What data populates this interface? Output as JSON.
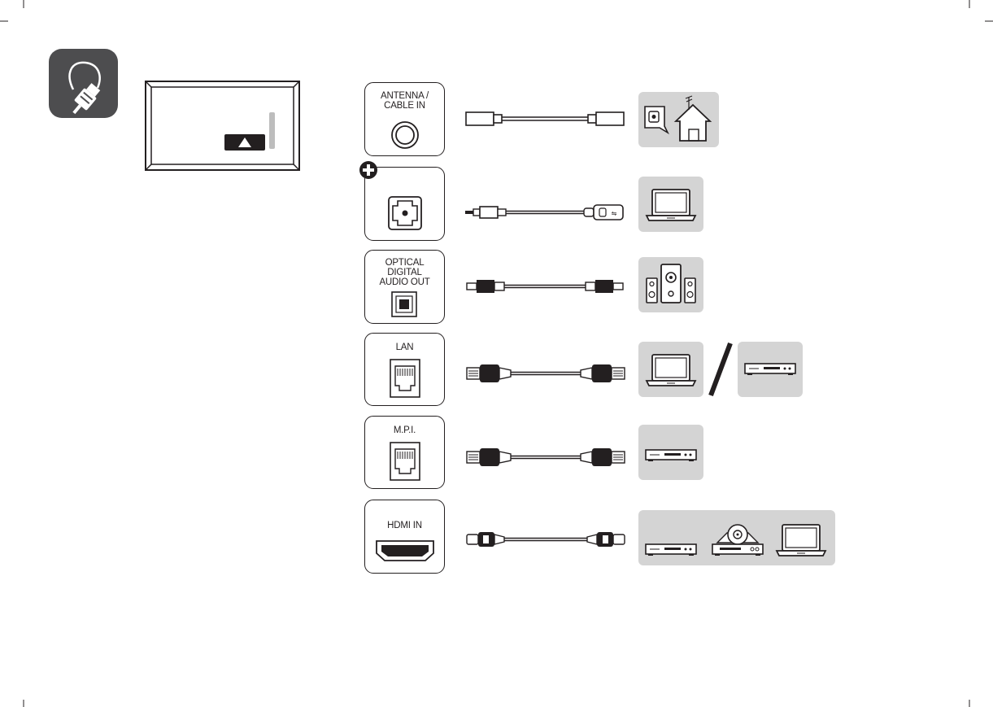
{
  "icons": {
    "section": "cable-connection-icon",
    "tv": "tv-rear-panel-icon",
    "plus": "plus-circle-icon"
  },
  "ports": [
    {
      "id": "antenna",
      "label": "ANTENNA /\nCABLE IN",
      "port_icon": "coaxial-port-icon",
      "cable_icon": "coaxial-cable-icon"
    },
    {
      "id": "usb",
      "label": "",
      "port_icon": "audio-jack-port-icon",
      "cable_icon": "audio-usb-cable-icon"
    },
    {
      "id": "optical",
      "label": "OPTICAL\nDIGITAL\nAUDIO OUT",
      "port_icon": "optical-port-icon",
      "cable_icon": "optical-cable-icon"
    },
    {
      "id": "lan",
      "label": "LAN",
      "port_icon": "rj45-port-icon",
      "cable_icon": "lan-cable-icon"
    },
    {
      "id": "mpi",
      "label": "M.P.I.",
      "port_icon": "rj45-port-icon",
      "cable_icon": "lan-cable-icon"
    },
    {
      "id": "hdmi",
      "label": "HDMI IN",
      "port_icon": "hdmi-port-icon",
      "cable_icon": "hdmi-cable-icon"
    }
  ],
  "devices": {
    "antenna": [
      "antenna-house-icon"
    ],
    "usb": [
      "laptop-icon"
    ],
    "optical": [
      "speaker-system-icon"
    ],
    "lan": [
      "laptop-icon",
      "set-top-box-icon"
    ],
    "mpi": [
      "set-top-box-icon"
    ],
    "hdmi": [
      "set-top-box-icon",
      "dvd-player-icon",
      "laptop-icon"
    ]
  },
  "separator": "/",
  "colors": {
    "ink": "#231f20",
    "panel": "#d4d4d4",
    "icon_tile": "#4d4d4f"
  }
}
